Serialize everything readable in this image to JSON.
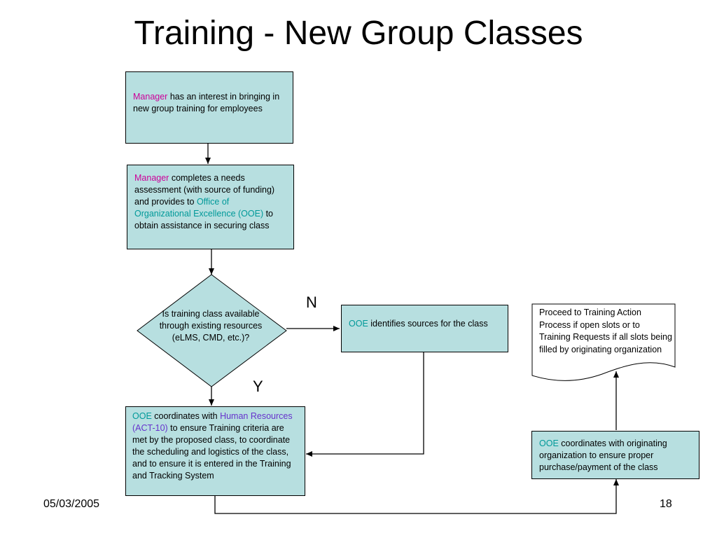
{
  "slide": {
    "title": "Training - New Group Classes",
    "date": "05/03/2005",
    "page_number": "18"
  },
  "colors": {
    "box_fill": "#b7dfe0",
    "manager_text": "#cc0099",
    "ooe_text": "#009999",
    "hr_text": "#6633cc"
  },
  "flowchart": {
    "step1": {
      "role": "Manager",
      "text": " has an interest in bringing in new group training for employees"
    },
    "step2": {
      "role": "Manager",
      "text1": " completes a needs assessment (with source of funding) and provides to ",
      "org": "Office of Organizational Excellence (OOE)",
      "text2": " to obtain assistance in securing class"
    },
    "decision": {
      "text": "Is training class available through existing resources (eLMS, CMD, etc.)?",
      "no_label": "N",
      "yes_label": "Y"
    },
    "step_no": {
      "role": "OOE",
      "text": " identifies sources for the class"
    },
    "step_yes": {
      "role": "OOE",
      "text1": " coordinates with ",
      "org": "Human Resources (ACT-10)",
      "text2": " to ensure Training criteria are met by the proposed class, to coordinate the scheduling and logistics of  the class, and to ensure it is entered in the Training and Tracking System"
    },
    "step_purchase": {
      "role": "OOE",
      "text": " coordinates with originating organization to ensure proper purchase/payment of the class"
    },
    "document": {
      "text": "Proceed to Training Action Process if open slots or to Training Requests if all slots being filled by originating organization"
    }
  }
}
